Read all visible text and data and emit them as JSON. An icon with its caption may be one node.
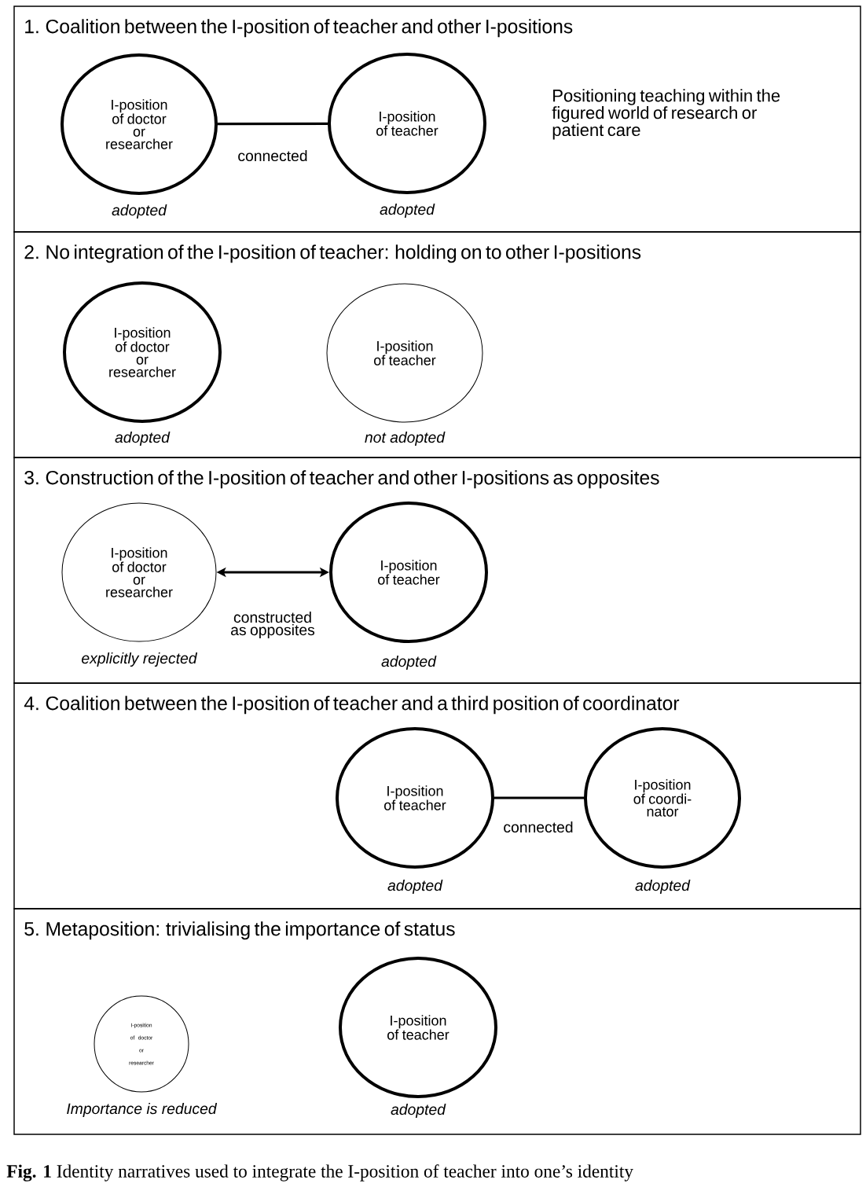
{
  "diagram": {
    "caption": "**Fig. 1** Identity narratives used to integrate the I-position of teacher into one’s identity",
    "nodes": [
      {
        "text": [
          "1. Coalition between the I-position of teacher and other I-positions"
        ]
      },
      {
        "text": [
          "I-position of doctor or researcher"
        ],
        "in": 0,
        "beside": [
          "adopted"
        ]
      },
      {
        "text": [
          "I-position of teacher"
        ],
        "in": 0,
        "beside": [
          "adopted"
        ]
      },
      {
        "text": [
          "2. No integration of the I-position of teacher: holding on to other I-positions"
        ]
      },
      {
        "text": [
          "I-position of doctor or researcher"
        ],
        "in": 3,
        "beside": [
          "adopted"
        ]
      },
      {
        "text": [
          "I-position of teacher"
        ],
        "in": 3,
        "beside": [
          "not adopted"
        ]
      },
      {
        "text": [
          "3. Construction of the I-position of teacher and other I-positions as opposites"
        ]
      },
      {
        "text": [
          "I-position of doctor or researcher"
        ],
        "in": 6,
        "beside": [
          "explicitly rejected"
        ]
      },
      {
        "text": [
          "I-position of teacher"
        ],
        "in": 6,
        "beside": [
          "adopted"
        ]
      },
      {
        "text": [
          "4. Coalition between the I-position of teacher and a third position of coordinator"
        ]
      },
      {
        "text": [
          "I-position of teacher"
        ],
        "in": 9,
        "beside": [
          "adopted"
        ]
      },
      {
        "text": [
          "I-position of coordi- nator"
        ],
        "in": 9,
        "beside": [
          "adopted"
        ]
      },
      {
        "text": [
          "5. Metaposition: trivialising the importance of status"
        ]
      },
      {
        "text": [
          "I-position of doctor or researcher"
        ],
        "in": 12,
        "beside": [
          "Importance is reduced"
        ]
      },
      {
        "text": [
          "I-position of teacher"
        ],
        "in": 12,
        "beside": [
          "adopted"
        ]
      }
    ],
    "edges": [
      {
        "from": 1,
        "to": 2,
        "arrow": "none",
        "label": "connected"
      },
      {
        "from": 7,
        "to": 8,
        "arrow": "both",
        "label": "constructed as opposites"
      },
      {
        "from": 10,
        "to": 11,
        "arrow": "none",
        "label": "connected"
      }
    ],
    "labels": [
      "Positioning teaching within the figured world of research or patient care"
    ]
  }
}
